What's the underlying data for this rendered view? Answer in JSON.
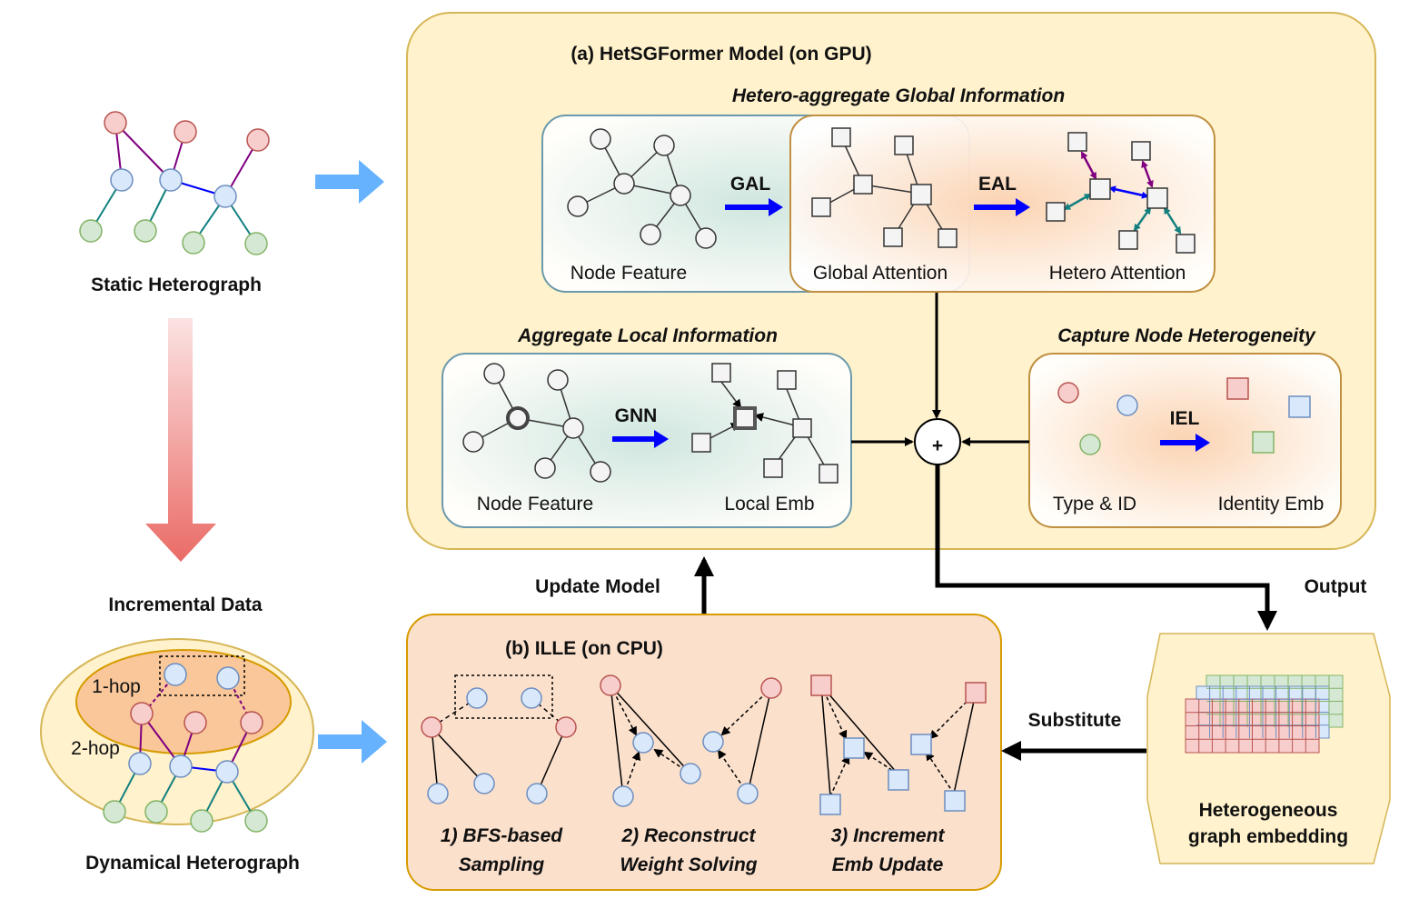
{
  "left": {
    "static_label": "Static Heterograph",
    "incremental_label": "Incremental Data",
    "one_hop": "1-hop",
    "two_hop": "2-hop",
    "dynamic_label": "Dynamical Heterograph"
  },
  "model": {
    "title": "(a) HetSGFormer Model (on GPU)",
    "global_section": "Hetero-aggregate Global Information",
    "node_feature": "Node Feature",
    "gal": "GAL",
    "global_attention": "Global Attention",
    "eal": "EAL",
    "hetero_attention": "Hetero Attention",
    "local_section": "Aggregate Local Information",
    "local_node_feature": "Node Feature",
    "gnn": "GNN",
    "local_emb": "Local Emb",
    "hetero_section": "Capture Node Heterogeneity",
    "type_id": "Type & ID",
    "iel": "IEL",
    "identity_emb": "Identity Emb",
    "plus": "+"
  },
  "flow": {
    "update_model": "Update Model",
    "output": "Output",
    "substitute": "Substitute"
  },
  "illee": {
    "title": "(b) ILLE (on CPU)",
    "step1_line1": "1) BFS-based",
    "step1_line2": "Sampling",
    "step2_line1": "2) Reconstruct",
    "step2_line2": "Weight Solving",
    "step3_line1": "3) Increment",
    "step3_line2": "Emb Update"
  },
  "embedding": {
    "line1": "Heterogeneous",
    "line2": "graph embedding"
  },
  "colors": {
    "red_node": "#f8cecc",
    "red_stroke": "#b85450",
    "blue_node": "#dae8fc",
    "blue_stroke": "#6c8ebf",
    "green_node": "#d5e8d4",
    "green_stroke": "#82b366",
    "model_bg": "#fff2cc",
    "model_stroke": "#d6b656",
    "illee_bg": "#fbe0cc",
    "illee_stroke": "#d79b00",
    "arrow_blue": "#66b2ff",
    "purple_edge": "#800080",
    "teal_edge": "#138080"
  }
}
